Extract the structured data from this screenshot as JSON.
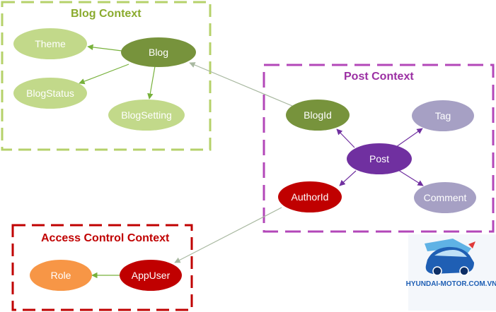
{
  "contexts": {
    "blog": {
      "title": "Blog Context",
      "border_color": "#b5d16a",
      "title_color": "#8aab2d"
    },
    "post": {
      "title": "Post Context",
      "border_color": "#b347b8",
      "title_color": "#9b2fa3"
    },
    "access": {
      "title": "Access Control Context",
      "border_color": "#c00000",
      "title_color": "#c00000"
    }
  },
  "nodes": {
    "theme": {
      "label": "Theme",
      "fill": "#c2d98a",
      "text_color": "#ffffff"
    },
    "blog": {
      "label": "Blog",
      "fill": "#77933c",
      "text_color": "#ffffff"
    },
    "blogstatus": {
      "label": "BlogStatus",
      "fill": "#c2d98a",
      "text_color": "#ffffff"
    },
    "blogsetting": {
      "label": "BlogSetting",
      "fill": "#c2d98a",
      "text_color": "#ffffff"
    },
    "blogid": {
      "label": "BlogId",
      "fill": "#77933c",
      "text_color": "#ffffff"
    },
    "tag": {
      "label": "Tag",
      "fill": "#a6a0c4",
      "text_color": "#ffffff"
    },
    "post": {
      "label": "Post",
      "fill": "#7030a0",
      "text_color": "#ffffff"
    },
    "authorid": {
      "label": "AuthorId",
      "fill": "#c00000",
      "text_color": "#ffffff"
    },
    "comment": {
      "label": "Comment",
      "fill": "#a6a0c4",
      "text_color": "#ffffff"
    },
    "role": {
      "label": "Role",
      "fill": "#f79646",
      "text_color": "#ffffff"
    },
    "appuser": {
      "label": "AppUser",
      "fill": "#c00000",
      "text_color": "#ffffff"
    }
  },
  "colors": {
    "arrow_green": "#77b13b",
    "arrow_gray": "#a8b8a0",
    "arrow_purple": "#7030a0",
    "logo_text": "#1f5fb4"
  },
  "watermark": {
    "text": "HYUNDAI-MOTOR.COM.VN",
    "icon": "car-logo-icon"
  }
}
